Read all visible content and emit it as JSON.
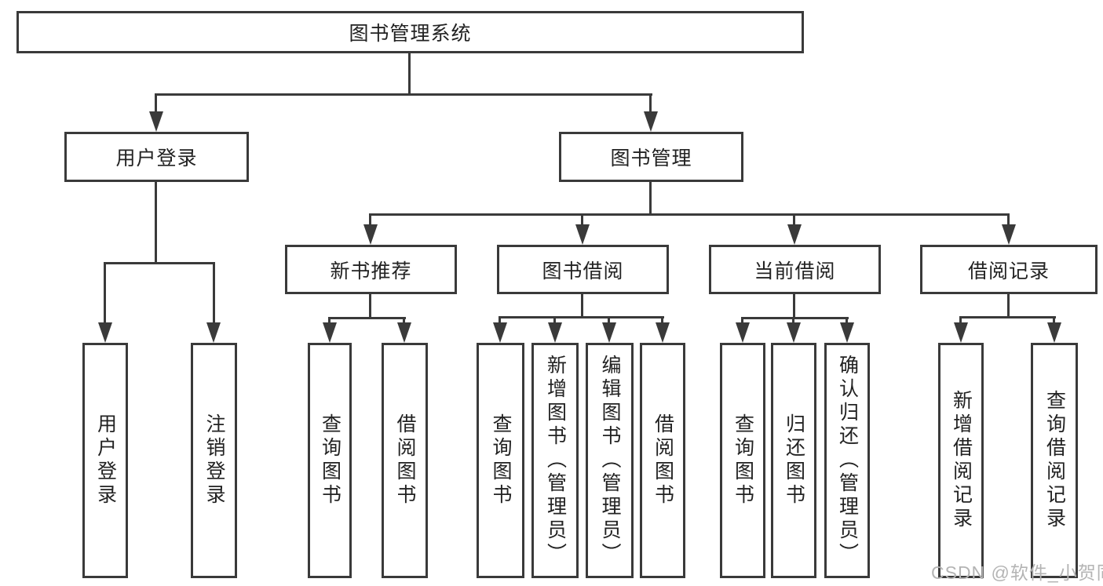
{
  "diagram": {
    "nodes": {
      "root": "图书管理系统",
      "user_login": "用户登录",
      "book_mgmt": "图书管理",
      "new_book": "新书推荐",
      "book_borrow": "图书借阅",
      "current_borrow": "当前借阅",
      "borrow_record": "借阅记录",
      "leaf_user_login": "用户登录",
      "leaf_logout": "注销登录",
      "leaf_nb_query": "查询图书",
      "leaf_nb_borrow": "借阅图书",
      "leaf_bb_query": "查询图书",
      "leaf_bb_add": "新增图书（管理员）",
      "leaf_bb_edit": "编辑图书（管理员）",
      "leaf_bb_borrow": "借阅图书",
      "leaf_cb_query": "查询图书",
      "leaf_cb_return": "归还图书",
      "leaf_cb_confirm": "确认归还（管理员）",
      "leaf_br_add": "新增借阅记录",
      "leaf_br_query": "查询借阅记录"
    },
    "colors": {
      "line": "#3a3a3a",
      "text": "#222222",
      "watermark": "#b4b4b4",
      "background": "#ffffff"
    },
    "watermark": "CSDN @软件_小贺同学"
  }
}
